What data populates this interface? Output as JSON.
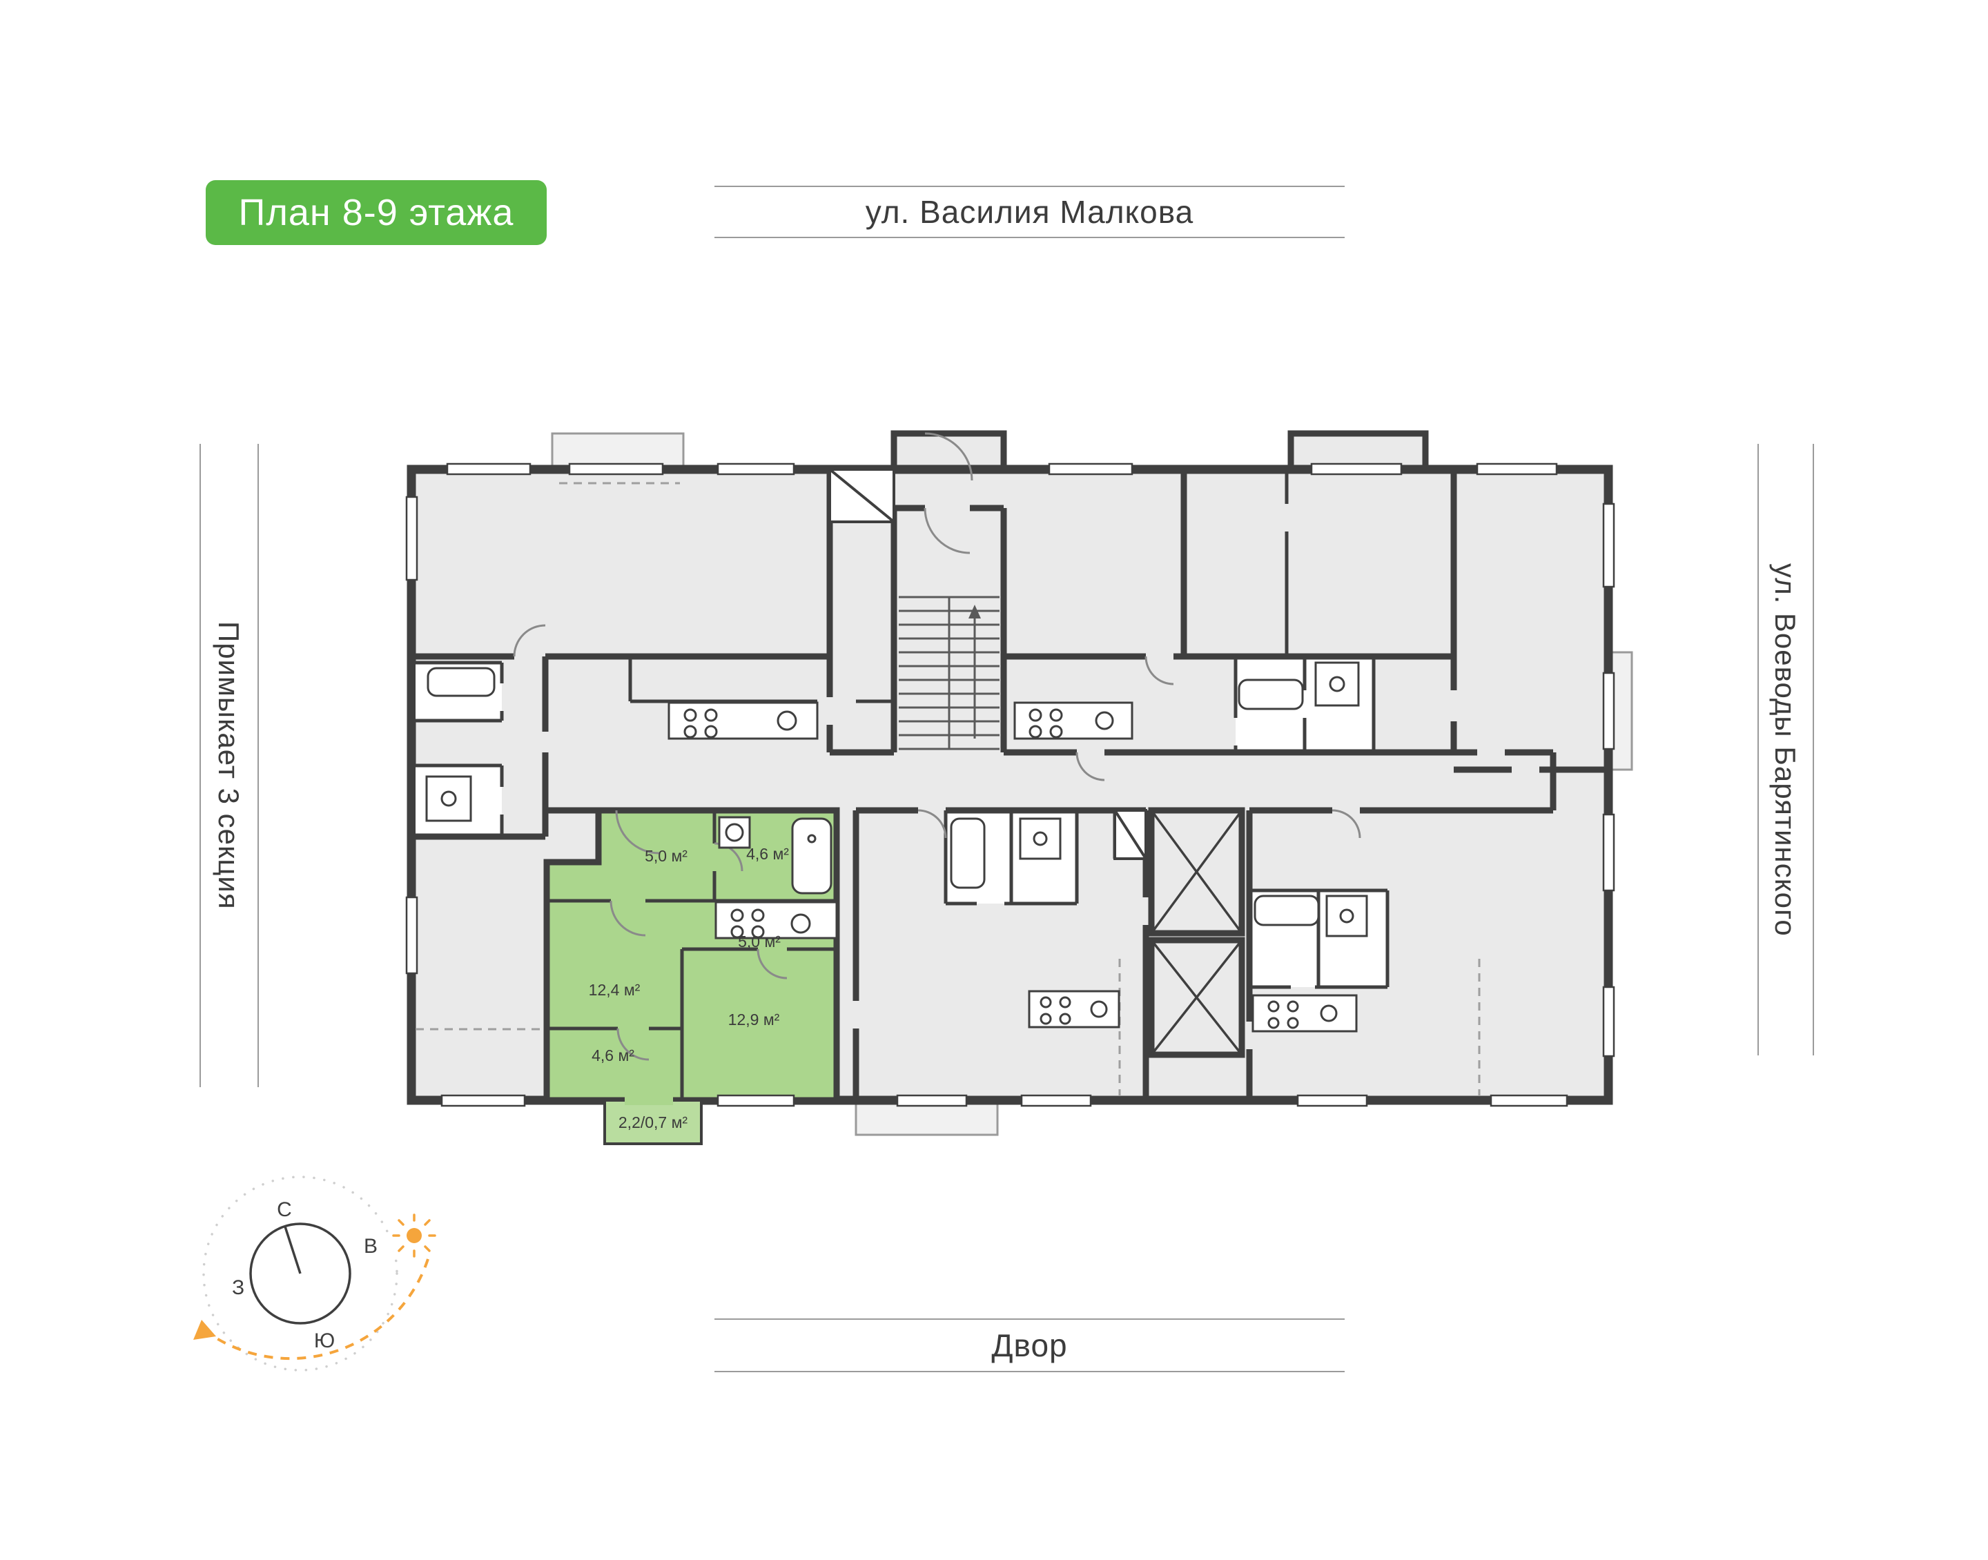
{
  "badge": {
    "label": "План 8-9 этажа",
    "bg": "#5bb947"
  },
  "streets": {
    "top": "ул. Василия Малкова",
    "left": "Примыкает 3 секция",
    "right": "ул. Воеводы Барятинского",
    "bottom": "Двор"
  },
  "compass": {
    "north": "С",
    "east": "В",
    "south": "Ю",
    "west": "З",
    "accent": "#f5a53c"
  },
  "plan": {
    "wall_color": "#3f3f3f",
    "floor_color": "#eaeaea",
    "highlight_color": "#abd68d",
    "rooms": [
      {
        "name": "hallway",
        "area": "5,0 м²"
      },
      {
        "name": "bathroom",
        "area": "4,6 м²"
      },
      {
        "name": "kitchen",
        "area": "5,0 м²"
      },
      {
        "name": "living-room",
        "area": "12,4 м²"
      },
      {
        "name": "bedroom",
        "area": "12,9 м²"
      },
      {
        "name": "wardrobe",
        "area": "4,6 м²"
      },
      {
        "name": "balcony",
        "area": "2,2/0,7 м²"
      }
    ]
  }
}
